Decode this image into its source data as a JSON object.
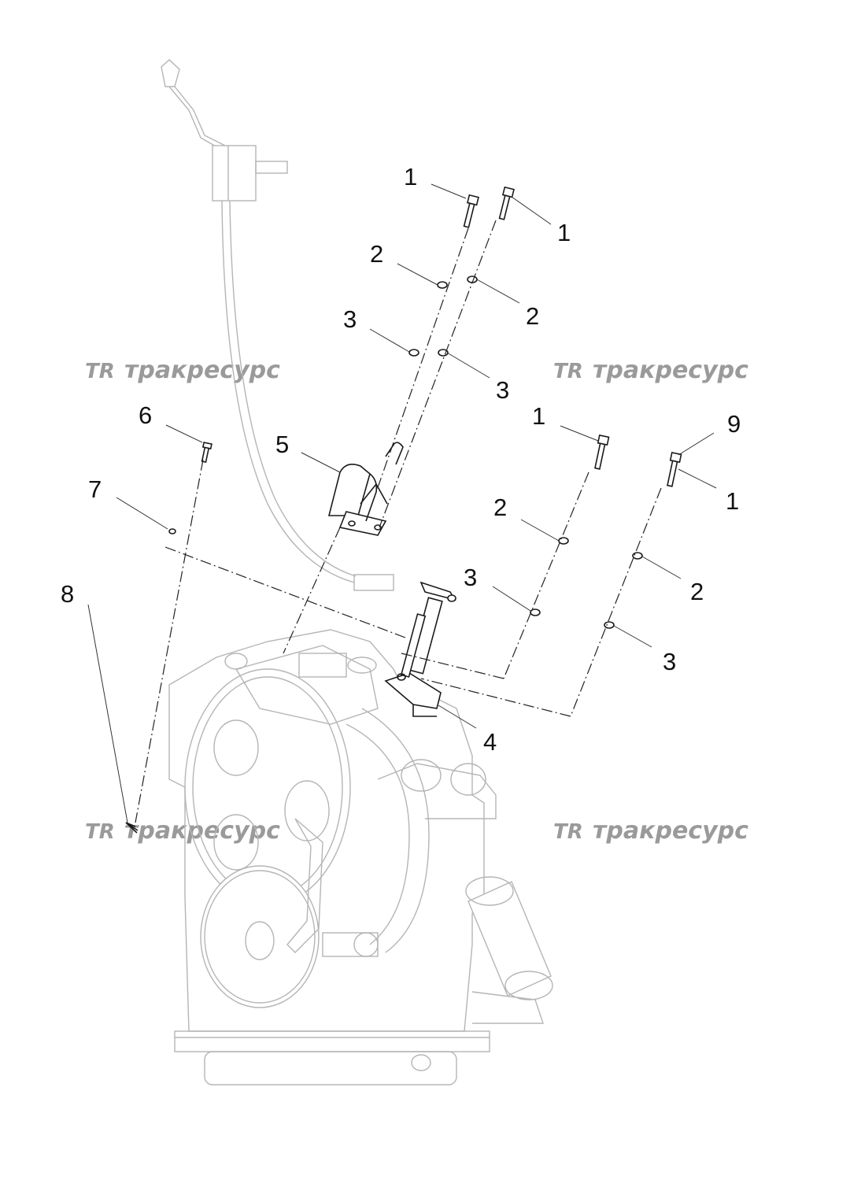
{
  "watermark": {
    "logo": "TR",
    "text": "тракресурс"
  },
  "callouts": [
    {
      "id": "c1a",
      "label": "1"
    },
    {
      "id": "c1b",
      "label": "1"
    },
    {
      "id": "c2a",
      "label": "2"
    },
    {
      "id": "c2b",
      "label": "2"
    },
    {
      "id": "c3a",
      "label": "3"
    },
    {
      "id": "c3b",
      "label": "3"
    },
    {
      "id": "c5",
      "label": "5"
    },
    {
      "id": "c6",
      "label": "6"
    },
    {
      "id": "c7",
      "label": "7"
    },
    {
      "id": "c8",
      "label": "8"
    },
    {
      "id": "c1c",
      "label": "1"
    },
    {
      "id": "c9",
      "label": "9"
    },
    {
      "id": "c1d",
      "label": "1"
    },
    {
      "id": "c2c",
      "label": "2"
    },
    {
      "id": "c2d",
      "label": "2"
    },
    {
      "id": "c3c",
      "label": "3"
    },
    {
      "id": "c3d",
      "label": "3"
    },
    {
      "id": "c4",
      "label": "4"
    }
  ]
}
